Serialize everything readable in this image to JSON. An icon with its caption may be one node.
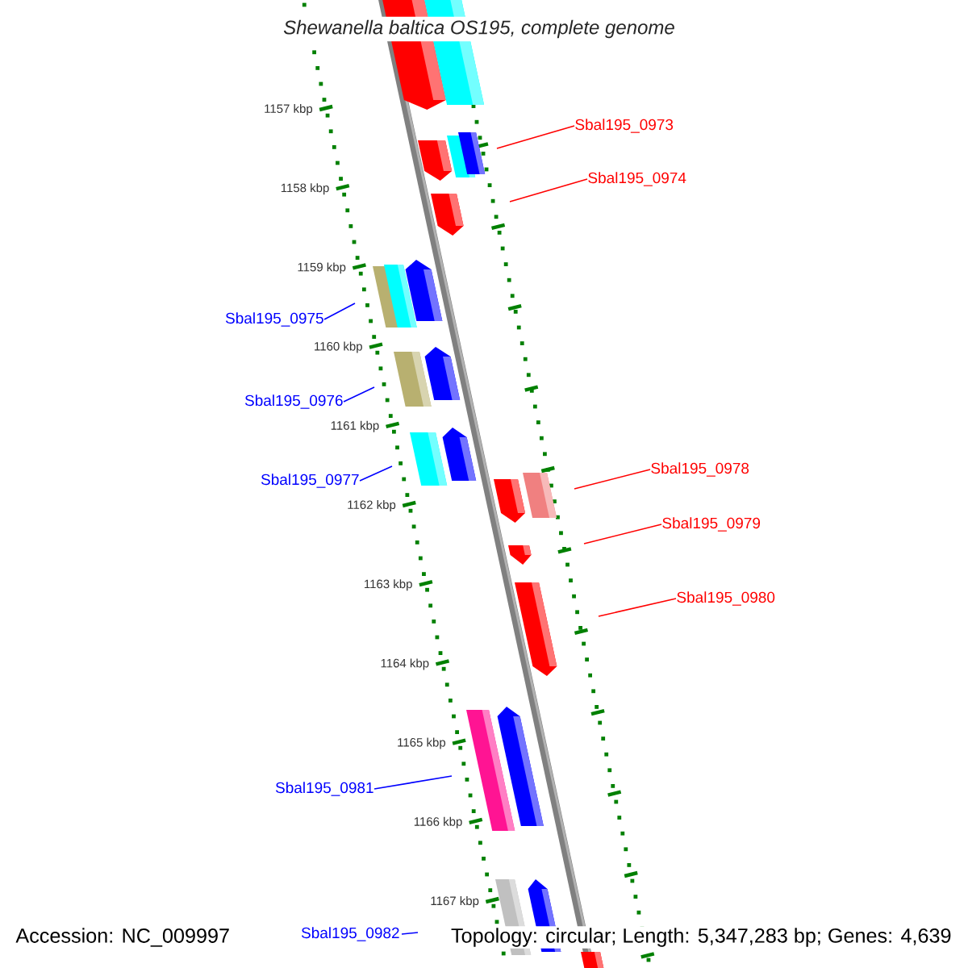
{
  "diagram": {
    "title": "Shewanella baltica OS195, complete genome",
    "nodes": [
      {
        "text": [
          "Sbal195_0973"
        ]
      },
      {
        "text": [
          "Sbal195_0974"
        ]
      },
      {
        "text": [
          "Sbal195_0975"
        ]
      },
      {
        "text": [
          "Sbal195_0976"
        ]
      },
      {
        "text": [
          "Sbal195_0977"
        ]
      },
      {
        "text": [
          "Sbal195_0978"
        ]
      },
      {
        "text": [
          "Sbal195_0979"
        ]
      },
      {
        "text": [
          "Sbal195_0980"
        ]
      },
      {
        "text": [
          "Sbal195_0981"
        ]
      },
      {
        "text": [
          "Sbal195_0982"
        ]
      }
    ],
    "edges": [
      {
        "from": 0,
        "to": null,
        "arrow": "none",
        "color": "#ff0000"
      },
      {
        "from": 1,
        "to": null,
        "arrow": "none",
        "color": "#ff0000"
      },
      {
        "from": 2,
        "to": null,
        "arrow": "none",
        "color": "#0000ff"
      },
      {
        "from": 3,
        "to": null,
        "arrow": "none",
        "color": "#0000ff"
      },
      {
        "from": 4,
        "to": null,
        "arrow": "none",
        "color": "#0000ff"
      },
      {
        "from": 5,
        "to": null,
        "arrow": "none",
        "color": "#ff0000"
      },
      {
        "from": 6,
        "to": null,
        "arrow": "none",
        "color": "#ff0000"
      },
      {
        "from": 7,
        "to": null,
        "arrow": "none",
        "color": "#ff0000"
      },
      {
        "from": 8,
        "to": null,
        "arrow": "none",
        "color": "#0000ff"
      },
      {
        "from": 9,
        "to": null,
        "arrow": "none",
        "color": "#0000ff"
      }
    ],
    "labels": [
      "1157 kbp",
      "1158 kbp",
      "1159 kbp",
      "1160 kbp",
      "1161 kbp",
      "1162 kbp",
      "1163 kbp",
      "1164 kbp",
      "1165 kbp",
      "1166 kbp",
      "1167 kbp",
      "Accession: NC_009997",
      "Topology: circular; Length: 5,347,283 bp; Genes: 4,639"
    ]
  }
}
